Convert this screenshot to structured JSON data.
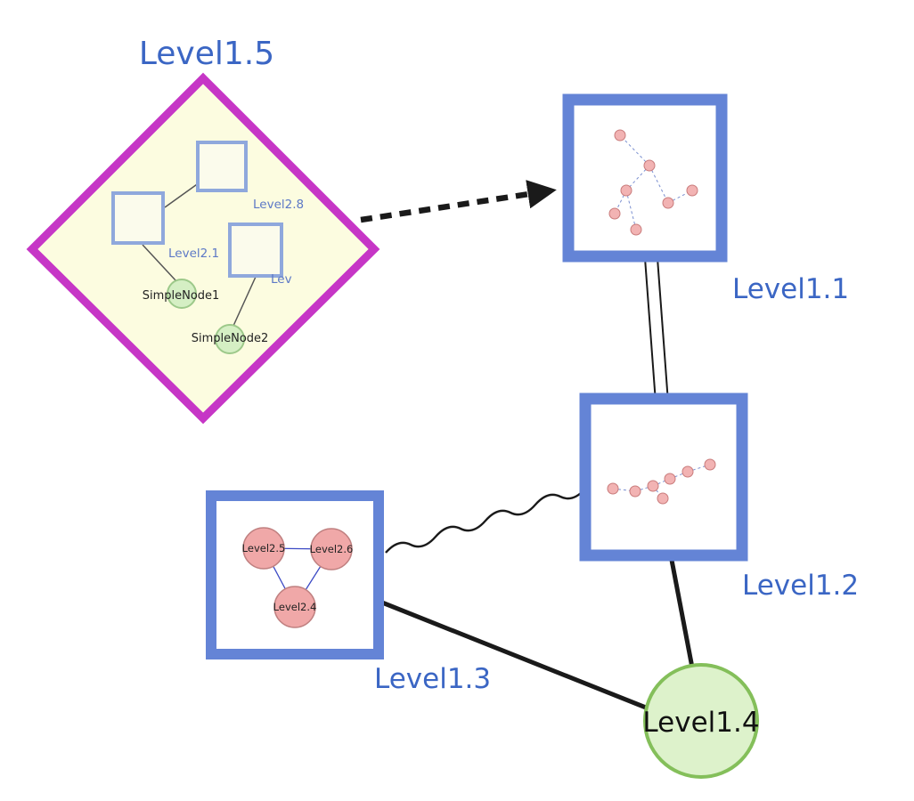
{
  "nodes": {
    "level1_5": {
      "label": "Level1.5",
      "type": "diamond-group"
    },
    "level1_1": {
      "label": "Level1.1",
      "type": "square-group"
    },
    "level1_2": {
      "label": "Level1.2",
      "type": "square-group"
    },
    "level1_3": {
      "label": "Level1.3",
      "type": "square-group"
    },
    "level1_4": {
      "label": "Level1.4",
      "type": "green-circle"
    },
    "level2_8": {
      "label": "Level2.8",
      "type": "inner-square"
    },
    "level2_1": {
      "label": "Level2.1",
      "type": "inner-square"
    },
    "level2_lev": {
      "label": "Lev",
      "type": "inner-square"
    },
    "simple_node1": {
      "label": "SimpleNode1",
      "type": "green-circle-small"
    },
    "simple_node2": {
      "label": "SimpleNode2",
      "type": "green-circle-small"
    },
    "level2_5": {
      "label": "Level2.5",
      "type": "pink-circle"
    },
    "level2_6": {
      "label": "Level2.6",
      "type": "pink-circle"
    },
    "level2_4": {
      "label": "Level2.4",
      "type": "pink-circle"
    }
  },
  "edges": {
    "level15_to_level11": "thick dashed arrow",
    "level11_to_level12": "double parallel line",
    "level13_to_level12": "wavy line",
    "level13_to_level14": "thick line",
    "level12_to_level14": "thick line"
  },
  "colors": {
    "diamond_border": "#c636c6",
    "diamond_fill": "#fcfce0",
    "group_border": "#6484d6",
    "inner_square_border": "#8fa8dc",
    "inner_square_fill": "#fbfbec",
    "label_blue": "#3b66c4",
    "green_fill": "#ddf2cb",
    "green_border": "#84bf5a",
    "pink_fill": "#f0a8a8",
    "pink_border": "#c08080",
    "inner_edge_blue": "#3b49c4",
    "dashed_edge_blue": "#7a8fd0",
    "edge_black": "#1a1a1a"
  }
}
